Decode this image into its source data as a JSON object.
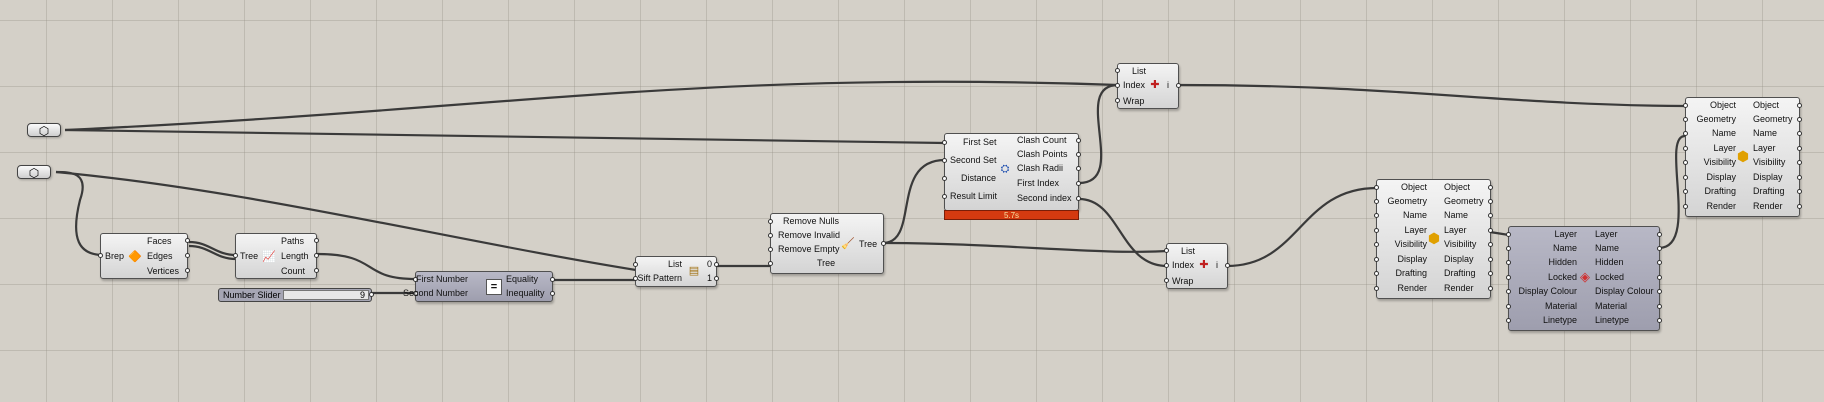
{
  "param_hex_1": {
    "icon": "hexagon-param-icon"
  },
  "param_hex_2": {
    "icon": "hexagon-param-icon"
  },
  "deconstruct_brep": {
    "inputs": [
      "Brep"
    ],
    "outputs": [
      "Faces",
      "Edges",
      "Vertices"
    ],
    "icon": "brep-icon"
  },
  "tree_statistics": {
    "inputs": [
      "Tree"
    ],
    "outputs": [
      "Paths",
      "Length",
      "Count"
    ],
    "icon": "tree-stats-icon"
  },
  "number_slider": {
    "label": "Number Slider",
    "value": "9"
  },
  "equality": {
    "inputs": [
      "First Number",
      "Second Number"
    ],
    "outputs": [
      "Equality",
      "Inequality"
    ],
    "icon": "equals-icon",
    "icon_text": "="
  },
  "sift_pattern": {
    "inputs": [
      "List",
      "Sift Pattern"
    ],
    "outputs": [
      "0",
      "1"
    ],
    "icon": "sift-icon"
  },
  "clean_tree": {
    "inputs": [
      "Remove Nulls",
      "Remove Invalid",
      "Remove Empty",
      "Tree"
    ],
    "outputs": [
      "Tree"
    ],
    "icon": "broom-icon"
  },
  "clash": {
    "inputs": [
      "First Set",
      "Second Set",
      "Distance",
      "Result Limit"
    ],
    "outputs": [
      "Clash Count",
      "Clash Points",
      "Clash Radii",
      "First Index",
      "Second index"
    ],
    "icon": "clash-icon",
    "status": "5.7s",
    "status_color": "#d53a10"
  },
  "list_item_1": {
    "inputs": [
      "List",
      "Index",
      "Wrap"
    ],
    "outputs": [
      "i"
    ],
    "icon": "list-item-icon"
  },
  "list_item_2": {
    "inputs": [
      "List",
      "Index",
      "Wrap"
    ],
    "outputs": [
      "i"
    ],
    "icon": "list-item-icon"
  },
  "object_details_1": {
    "inputs": [
      "Object",
      "Geometry",
      "Name",
      "Layer",
      "Visibility",
      "Display",
      "Drafting",
      "Render"
    ],
    "outputs": [
      "Object",
      "Geometry",
      "Name",
      "Layer",
      "Visibility",
      "Display",
      "Drafting",
      "Render"
    ],
    "icon": "object-cube-icon"
  },
  "object_details_2": {
    "inputs": [
      "Object",
      "Geometry",
      "Name",
      "Layer",
      "Visibility",
      "Display",
      "Drafting",
      "Render"
    ],
    "outputs": [
      "Object",
      "Geometry",
      "Name",
      "Layer",
      "Visibility",
      "Display",
      "Drafting",
      "Render"
    ],
    "icon": "object-cube-icon"
  },
  "layer_details": {
    "inputs": [
      "Layer",
      "Name",
      "Hidden",
      "Locked",
      "Display Colour",
      "Material",
      "Linetype"
    ],
    "outputs": [
      "Layer",
      "Name",
      "Hidden",
      "Locked",
      "Display Colour",
      "Material",
      "Linetype"
    ],
    "icon": "layer-icon"
  }
}
